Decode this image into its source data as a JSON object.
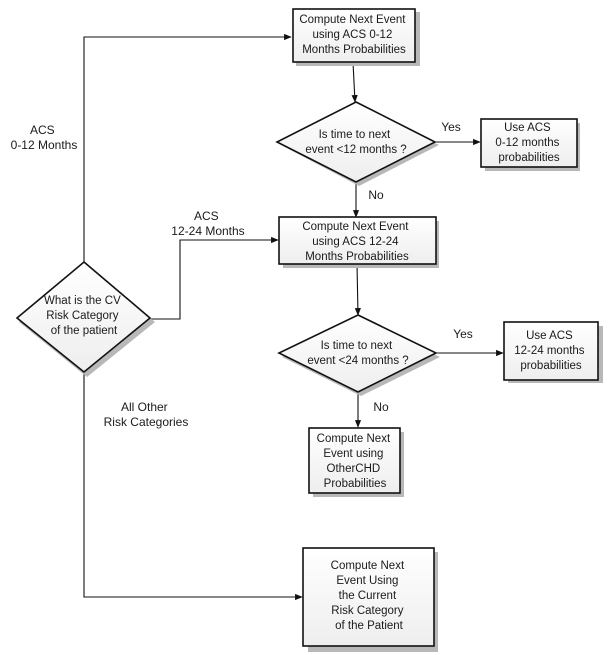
{
  "nodes": {
    "risk_decision": [
      "What is the CV",
      "Risk Category",
      "of the patient"
    ],
    "acs_0_12_compute": [
      "Compute Next Event",
      "using ACS 0-12",
      "Months Probabilities"
    ],
    "decision_12": [
      "Is time to next",
      "event <12 months ?"
    ],
    "use_acs_0_12": [
      "Use ACS",
      "0-12 months",
      "probabilities"
    ],
    "acs_12_24_compute": [
      "Compute Next Event",
      "using ACS 12-24",
      "Months Probabilities"
    ],
    "decision_24": [
      "Is time to next",
      "event <24 months ?"
    ],
    "use_acs_12_24": [
      "Use ACS",
      "12-24 months",
      "probabilities"
    ],
    "other_chd_compute": [
      "Compute Next",
      "Event using",
      "OtherCHD",
      "Probabilities"
    ],
    "current_risk_compute": [
      "Compute Next",
      "Event Using",
      "the Current",
      "Risk Category",
      "of the Patient"
    ]
  },
  "edges": {
    "acs_0_12": [
      "ACS",
      "0-12 Months"
    ],
    "acs_12_24": [
      "ACS",
      "12-24 Months"
    ],
    "all_other": [
      "All Other",
      "Risk Categories"
    ],
    "yes_12": "Yes",
    "no_12": "No",
    "yes_24": "Yes",
    "no_24": "No"
  }
}
